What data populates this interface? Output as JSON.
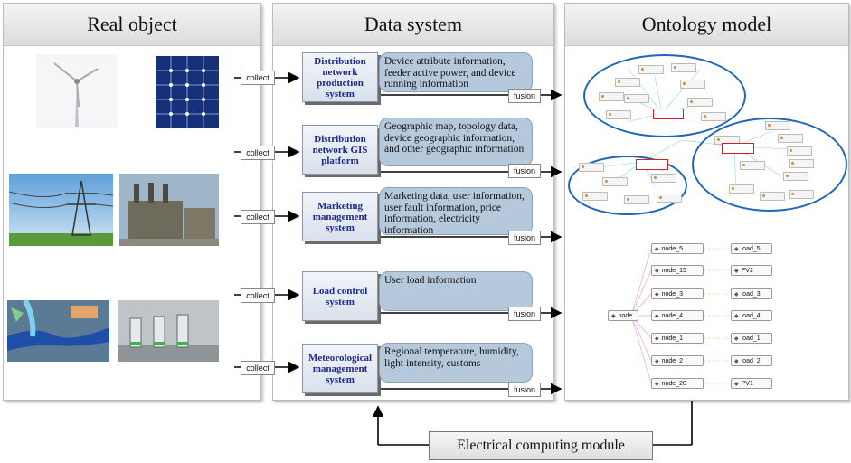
{
  "panels": {
    "real_object": "Real object",
    "data_system": "Data system",
    "ontology_model": "Ontology model"
  },
  "collect_label": "collect",
  "fusion_label": "fusion",
  "systems": [
    {
      "name": "Distribution network production system",
      "description": "Device attribute information, feeder active power, and device running information"
    },
    {
      "name": "Distribution network GIS platform",
      "description": "Geographic map, topology data, device geographic information, and other geographic information"
    },
    {
      "name": "Marketing management system",
      "description": "Marketing data, user information, user fault information, price information, electricity information"
    },
    {
      "name": "Load control system",
      "description": "User load information"
    },
    {
      "name": "Meteorological management system",
      "description": "Regional temperature, humidity, light intensity, customs"
    }
  ],
  "ontology_nodes_left": [
    "node_5",
    "node_15",
    "node_3",
    "node_4",
    "node_1",
    "node_2",
    "node_20"
  ],
  "ontology_nodes_right": [
    "load_5",
    "PV2",
    "load_3",
    "load_4",
    "load_1",
    "load_2",
    "PV1"
  ],
  "ontology_root": "node",
  "module_label": "Electrical computing module",
  "colors": {
    "accent_blue": "#1e66b8",
    "system_text": "#1a2a8a",
    "desc_fill": "#b5c8dc",
    "highlight_red": "#d32020"
  }
}
